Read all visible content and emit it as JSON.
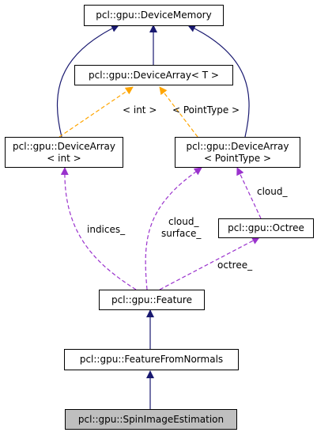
{
  "nodes": {
    "device_memory": "pcl::gpu::DeviceMemory",
    "device_array_t": "pcl::gpu::DeviceArray< T >",
    "device_array_int": [
      "pcl::gpu::DeviceArray",
      "< int >"
    ],
    "device_array_pointtype": [
      "pcl::gpu::DeviceArray",
      "< PointType >"
    ],
    "octree": "pcl::gpu::Octree",
    "feature": "pcl::gpu::Feature",
    "feature_from_normals": "pcl::gpu::FeatureFromNormals",
    "spin_image_estimation": "pcl::gpu::SpinImageEstimation"
  },
  "edge_labels": {
    "int_template": "< int >",
    "pointtype_template": "< PointType >",
    "indices": "indices_",
    "cloud_surface": [
      "cloud_",
      "surface_"
    ],
    "cloud": "cloud_",
    "octree": "octree_"
  },
  "colors": {
    "inheritance": "#191970",
    "template_instance": "#ffa500",
    "member_usage": "#9a32cd",
    "highlight_fill": "#bfbfbf"
  }
}
